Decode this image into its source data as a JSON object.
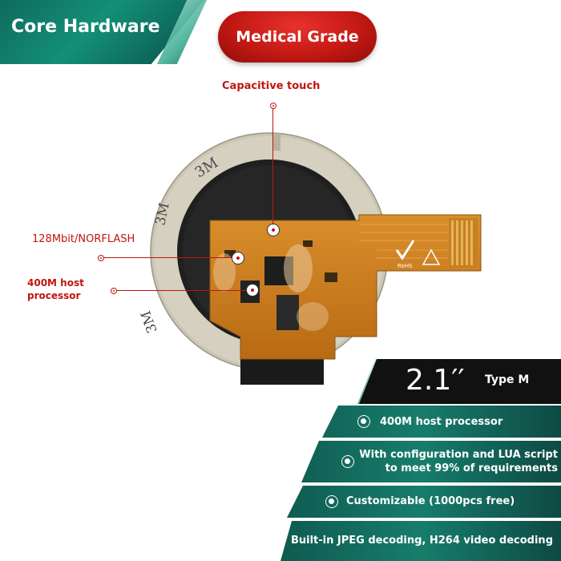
{
  "banner": {
    "title": "Core Hardware"
  },
  "badge": {
    "label": "Medical Grade"
  },
  "callouts": {
    "touch": "Capacitive touch",
    "flash": "128Mbit/NORFLASH",
    "cpu_line1": "400M host",
    "cpu_line2": "processor"
  },
  "board_marks": {
    "adhesive_brand_1": "3M",
    "adhesive_brand_2": "3M",
    "adhesive_brand_3": "3M",
    "rohs": "RoHS"
  },
  "spec": {
    "size": "2.1′′",
    "type": "Type M",
    "features": [
      {
        "line1": "400M host processor",
        "line2": ""
      },
      {
        "line1": "With configuration and LUA script",
        "line2": "to meet 99% of requirements"
      },
      {
        "line1": "Customizable (1000pcs free)",
        "line2": ""
      },
      {
        "line1": "Built-in JPEG decoding, H264 video decoding",
        "line2": ""
      }
    ]
  },
  "colors": {
    "accent_red": "#c0150f",
    "teal": "#138f78",
    "dark_teal": "#0b4d47"
  }
}
